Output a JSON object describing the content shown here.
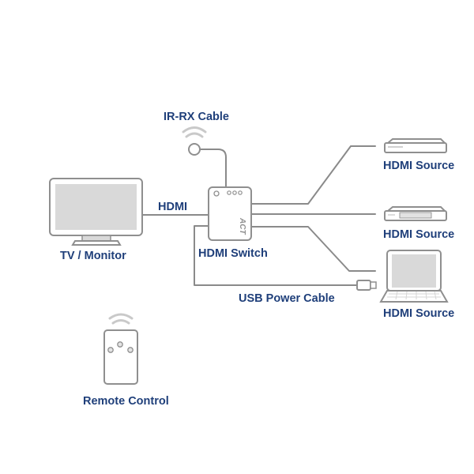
{
  "labels": {
    "ir_rx_cable": "IR-RX Cable",
    "hdmi": "HDMI",
    "tv_monitor": "TV / Monitor",
    "hdmi_switch": "HDMI Switch",
    "hdmi_source_1": "HDMI Source",
    "hdmi_source_2": "HDMI Source",
    "hdmi_source_3": "HDMI Source",
    "usb_power_cable": "USB Power Cable",
    "remote_control": "Remote Control"
  },
  "switch": {
    "brand": "ACT"
  },
  "colors": {
    "label_text": "#1f3f7a",
    "cable": "#8a8a8a",
    "device_outline": "#8f8f8f",
    "device_fill": "#d9d9d9",
    "signal_waves": "#c9c9c9"
  },
  "icons": {
    "tv": "tv-monitor-icon",
    "switch": "hdmi-switch-icon",
    "ir_sensor": "ir-sensor-icon",
    "set_top_box": "set-top-box-icon",
    "dvd_player": "dvd-player-icon",
    "laptop": "laptop-icon",
    "remote": "remote-control-icon",
    "usb_plug": "usb-plug-icon",
    "wifi_waves": "signal-waves-icon"
  }
}
